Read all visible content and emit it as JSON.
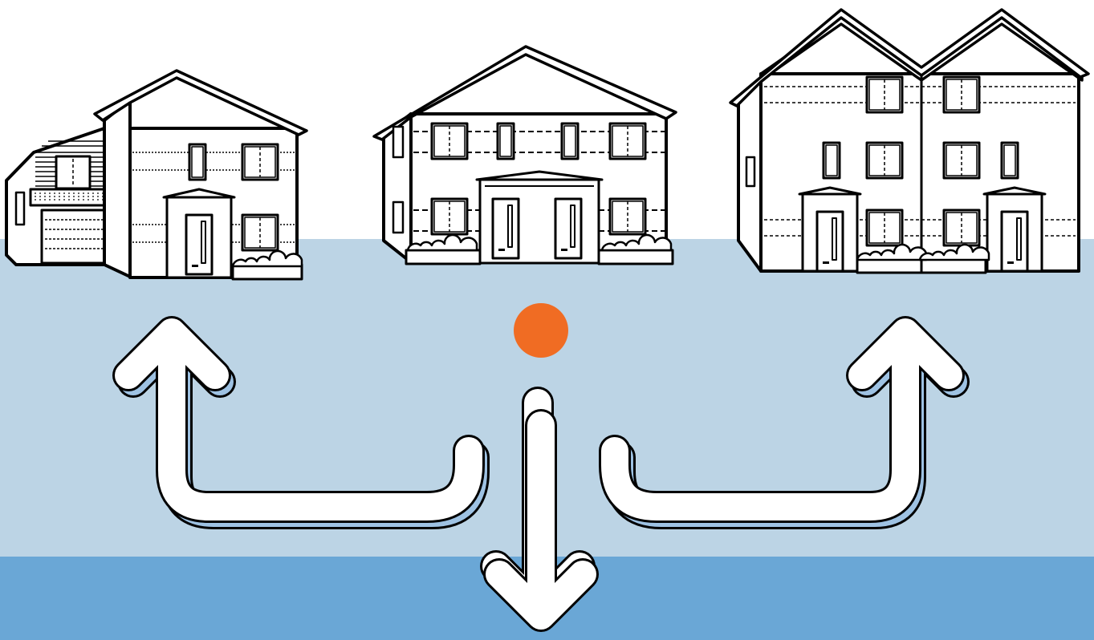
{
  "colors": {
    "background": "#ffffff",
    "band_light": "#bcd4e5",
    "band_dark": "#6aa7d6",
    "arrow_shadow": "#9ec2e3",
    "arrow_fill": "#ffffff",
    "outline": "#000000",
    "dot": "#f06c23"
  },
  "scene": {
    "houses": [
      {
        "name": "detached-house-with-garage",
        "icon": "house-with-garage-icon"
      },
      {
        "name": "semi-detached-two-storey",
        "icon": "semi-detached-house-icon"
      },
      {
        "name": "semi-detached-three-storey",
        "icon": "townhouse-pair-icon"
      }
    ],
    "arrows": [
      {
        "name": "arrow-to-left-house",
        "direction": "up-left"
      },
      {
        "name": "arrow-down",
        "direction": "down"
      },
      {
        "name": "arrow-to-right-house",
        "direction": "up-right"
      }
    ],
    "origin_marker": {
      "icon": "orange-dot-icon"
    }
  }
}
